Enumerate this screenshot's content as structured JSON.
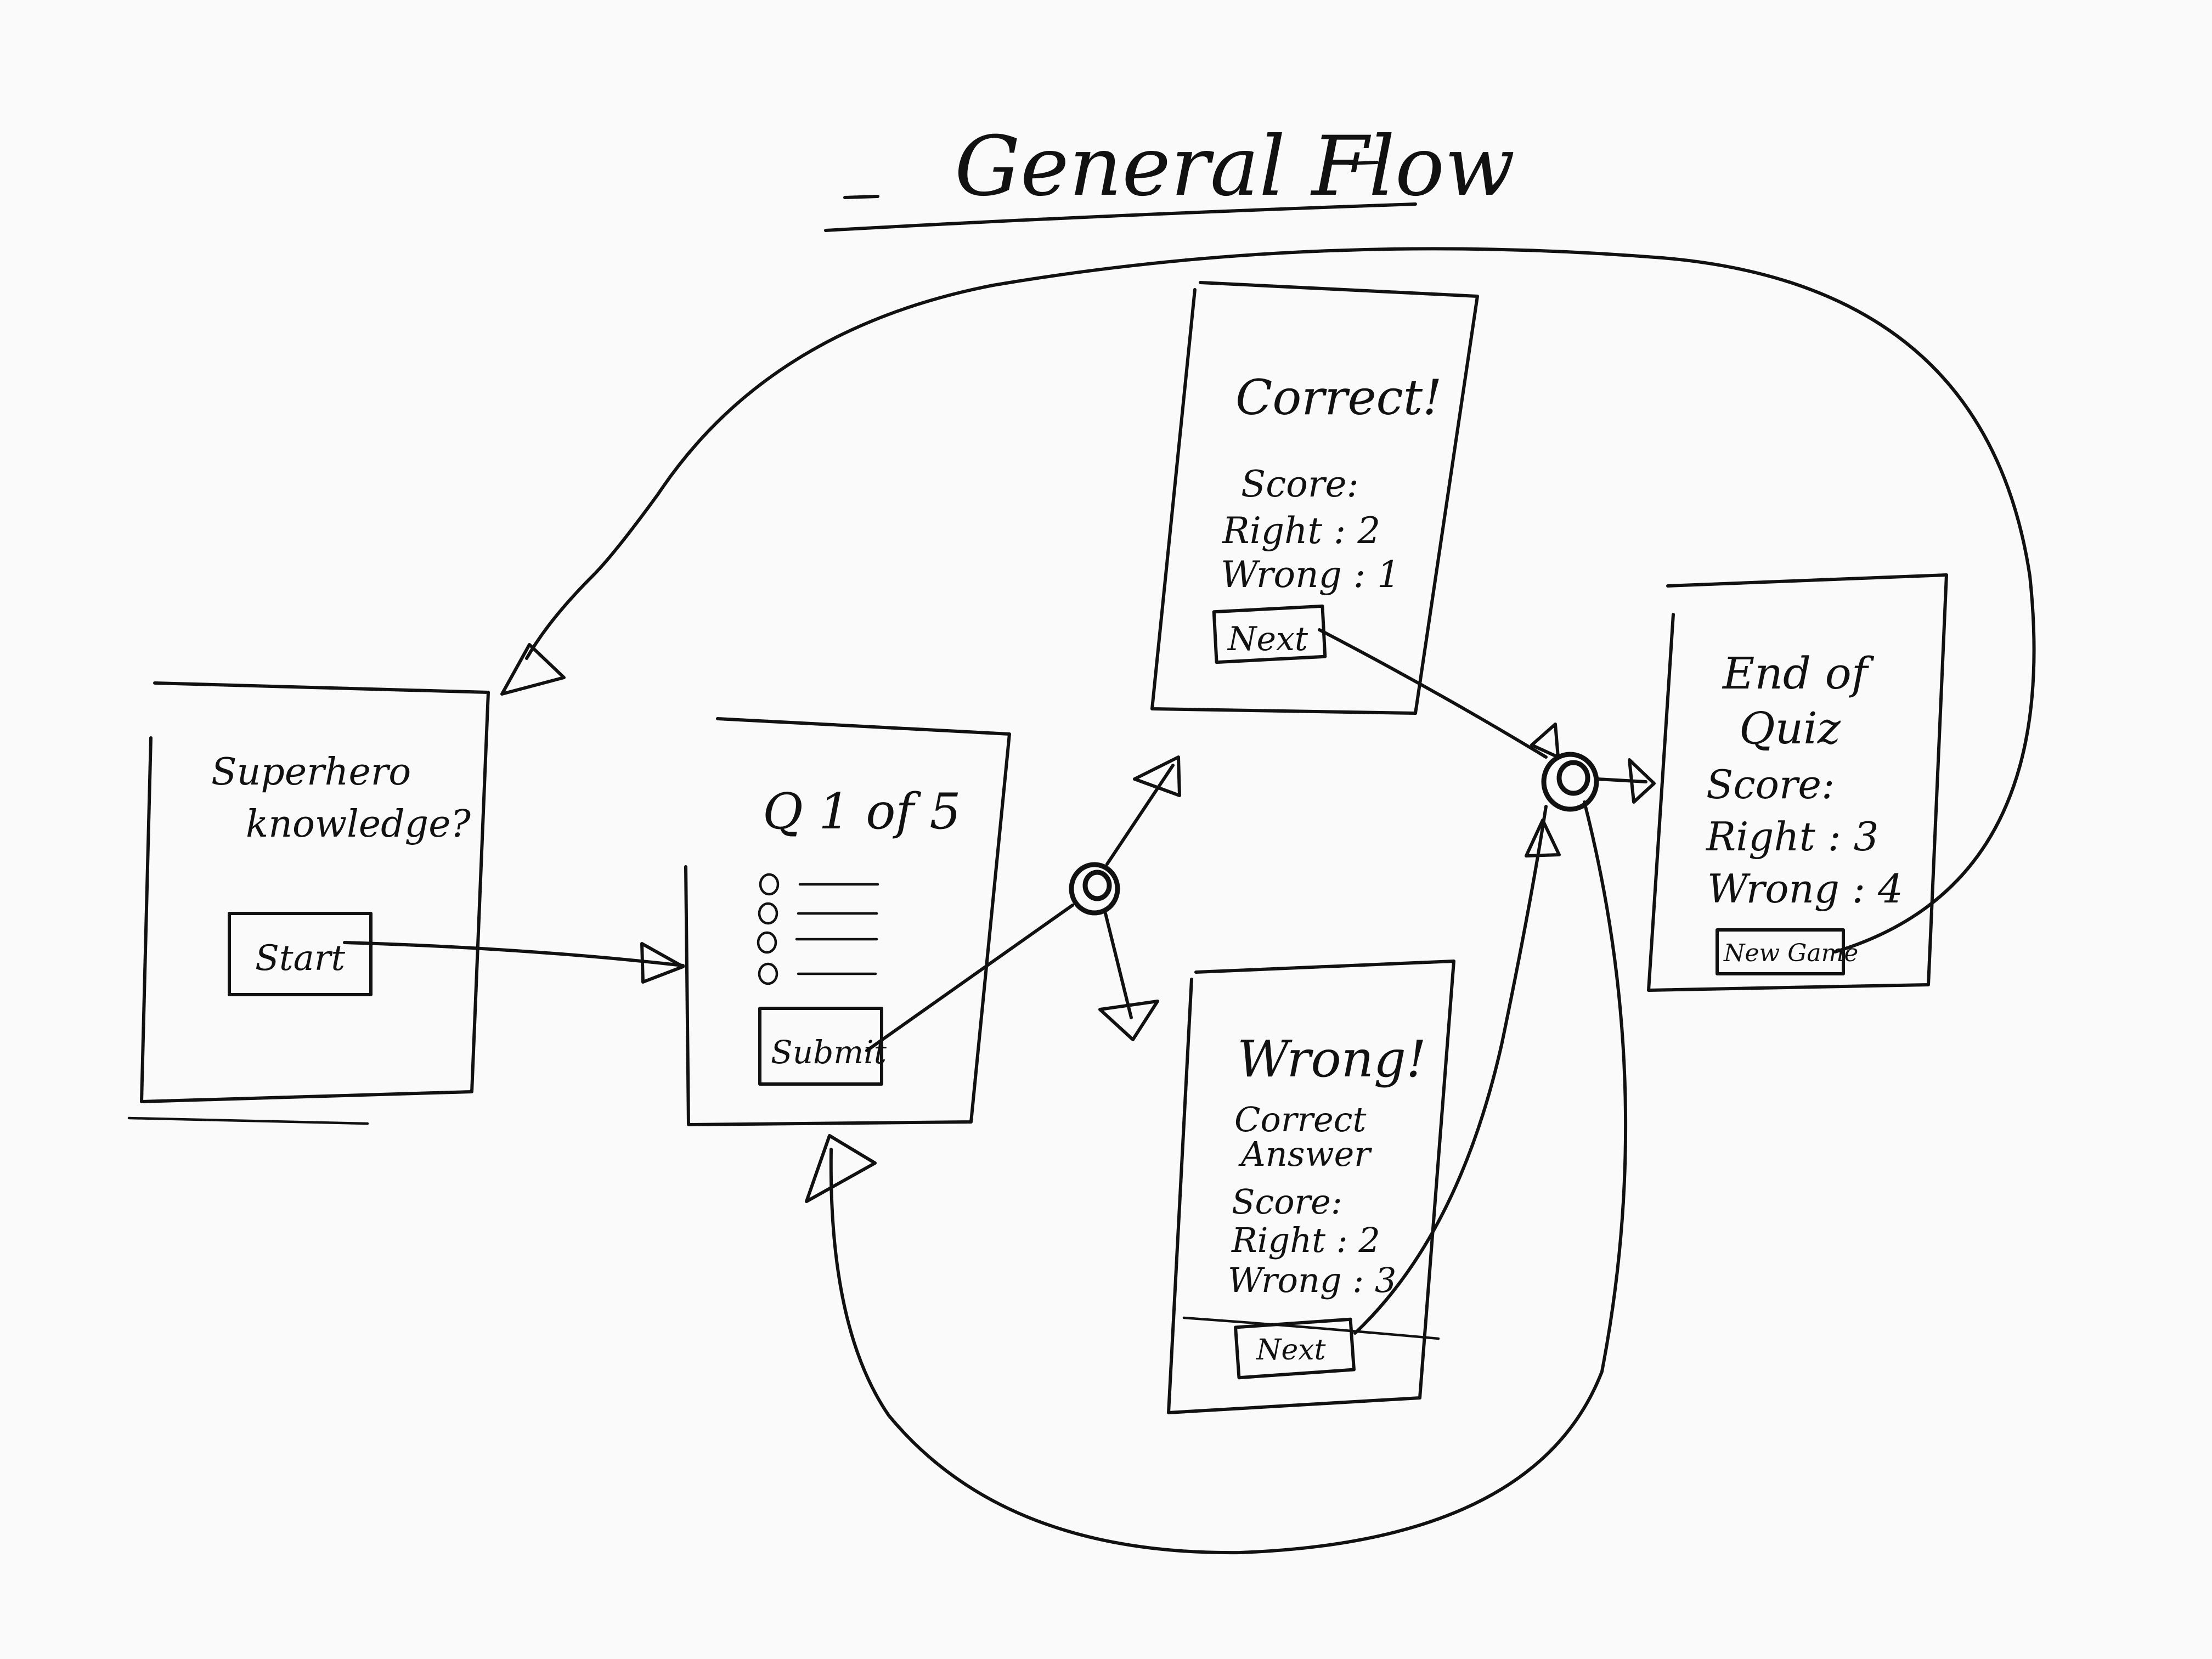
{
  "title": "General Flow",
  "screens": {
    "start": {
      "heading_line1": "Superhero",
      "heading_line2": "knowledge?",
      "button": "Start"
    },
    "question": {
      "heading": "Q 1 of 5",
      "options_count": 4,
      "button": "Submit"
    },
    "correct": {
      "heading": "Correct!",
      "score_label": "Score:",
      "right_line": "Right : 2",
      "wrong_line": "Wrong : 1",
      "button": "Next"
    },
    "wrong": {
      "heading": "Wrong!",
      "answer_line1": "Correct",
      "answer_line2": "Answer",
      "score_label": "Score:",
      "right_line": "Right : 2",
      "wrong_line": "Wrong : 3",
      "button": "Next"
    },
    "end": {
      "heading_line1": "End of",
      "heading_line2": "Quiz",
      "score_label": "Score:",
      "right_line": "Right : 3",
      "wrong_line": "Wrong : 4",
      "button": "New Game"
    }
  }
}
